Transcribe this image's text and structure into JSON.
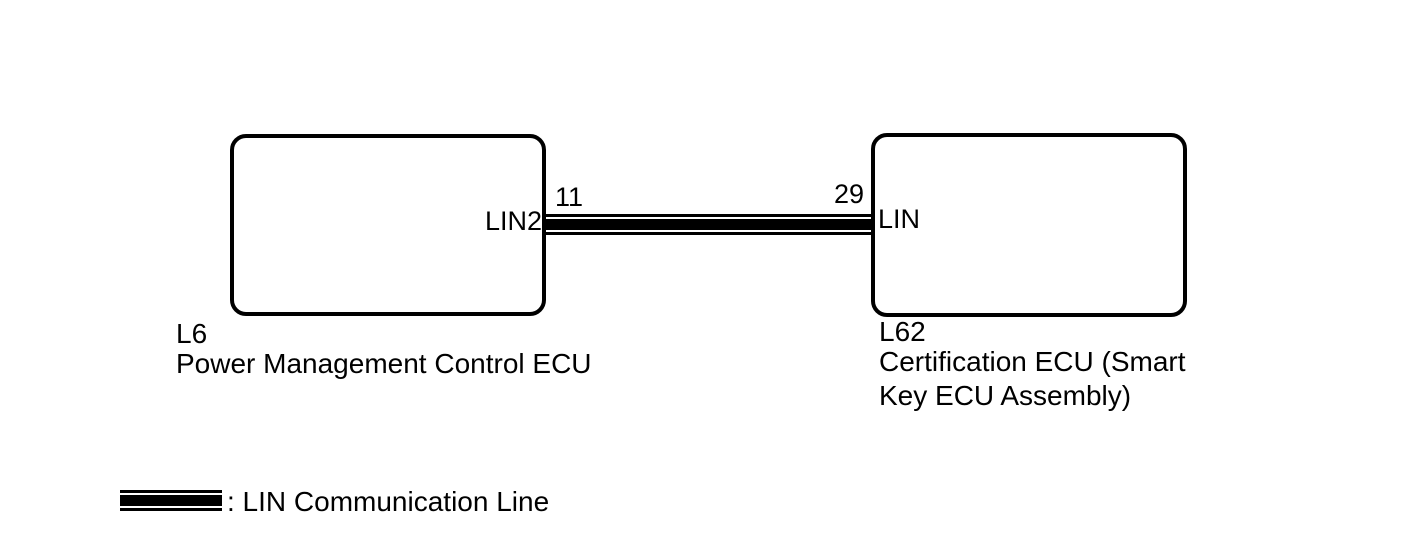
{
  "colors": {
    "ink": "#000000",
    "paper": "#ffffff"
  },
  "diagram": {
    "nodes": [
      {
        "code": "L6",
        "name": "Power Management Control ECU",
        "pin_label": "LIN2",
        "pin_number": "11"
      },
      {
        "code": "L62",
        "name": "Certification ECU (Smart Key ECU Assembly)",
        "pin_label": "LIN",
        "pin_number": "29"
      }
    ],
    "connection": {
      "type": "LIN Communication Line"
    },
    "legend": {
      "label": ": LIN Communication Line"
    }
  }
}
